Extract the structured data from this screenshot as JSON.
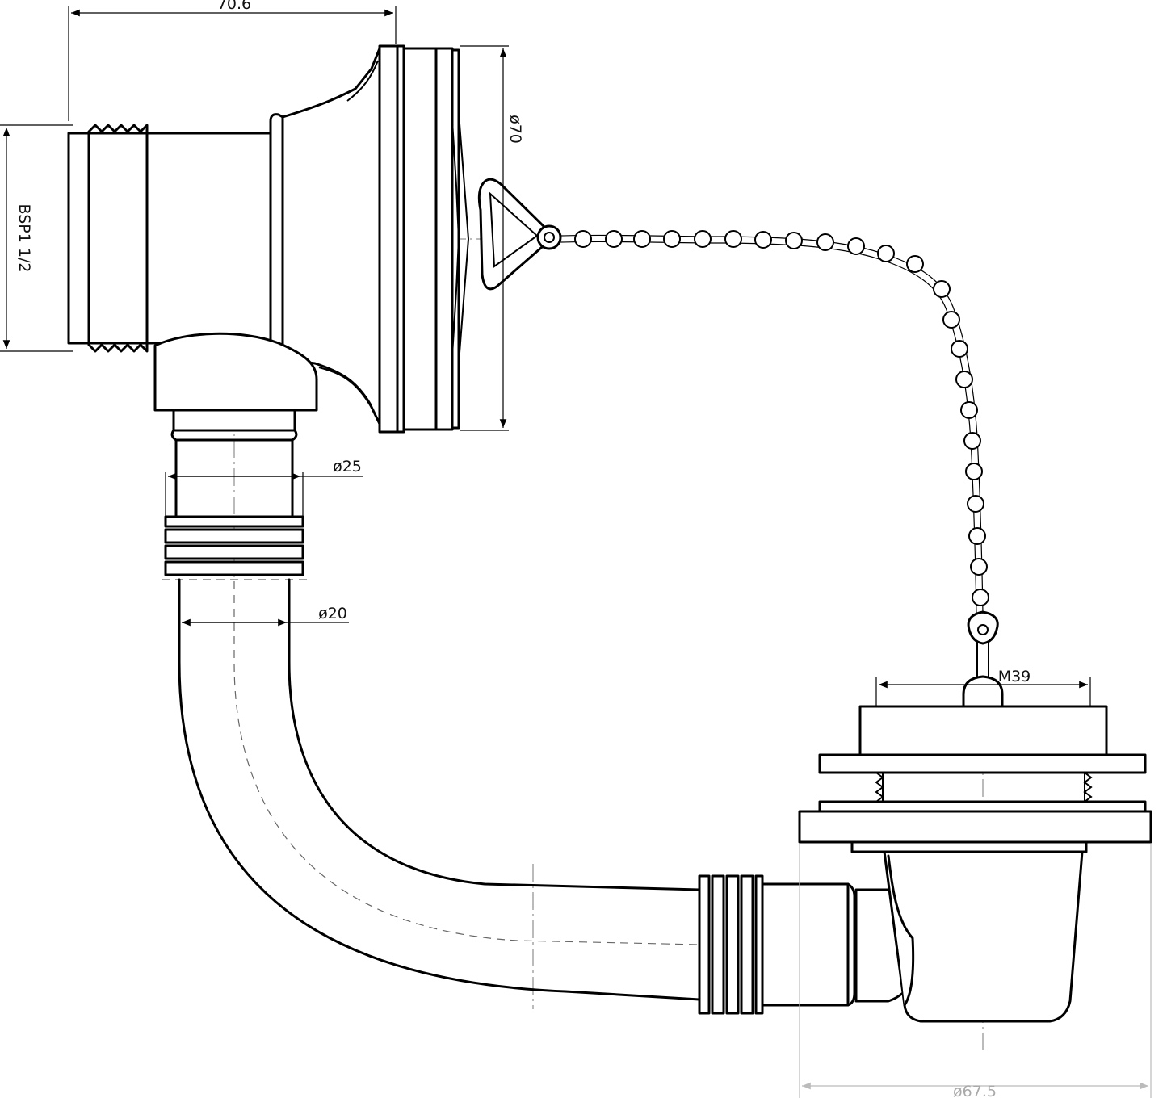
{
  "dimensions": {
    "overall_width": "70.6",
    "thread": "BSP1 1/2",
    "overflow_diameter": "ø70",
    "pipe_upper": "ø25",
    "pipe_lower": "ø20",
    "waste_thread": "M39",
    "waste_diameter": "ø67.5"
  }
}
